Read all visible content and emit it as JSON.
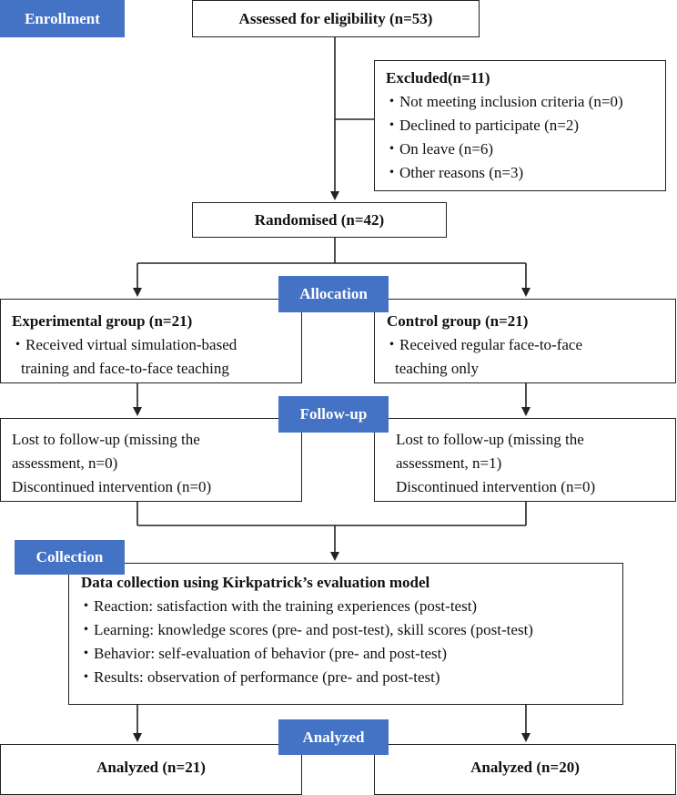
{
  "stage_labels": {
    "enrollment": "Enrollment",
    "allocation": "Allocation",
    "follow_up": "Follow-up",
    "collection": "Collection",
    "analyzed": "Analyzed"
  },
  "assessed": "Assessed for eligibility (n=53)",
  "excluded": {
    "title": "Excluded(n=11)",
    "items": [
      "・Not meeting inclusion criteria (n=0)",
      "・Declined to participate (n=2)",
      "・On leave (n=6)",
      "・Other reasons (n=3)"
    ]
  },
  "randomised": "Randomised (n=42)",
  "experimental": {
    "title": "Experimental group (n=21)",
    "lines": [
      "・Received virtual simulation-based",
      "training and face-to-face teaching"
    ]
  },
  "control": {
    "title": "Control group (n=21)",
    "lines": [
      "・Received regular face-to-face",
      "teaching only"
    ]
  },
  "followup_left": {
    "lines": [
      "Lost to follow-up (missing the",
      "assessment, n=0)",
      "Discontinued intervention (n=0)"
    ]
  },
  "followup_right": {
    "lines": [
      "Lost to follow-up (missing the",
      "assessment, n=1)",
      "Discontinued intervention (n=0)"
    ]
  },
  "collection": {
    "title": "Data collection using Kirkpatrick’s evaluation model",
    "items": [
      "・Reaction: satisfaction with the training experiences (post-test)",
      "・Learning: knowledge scores (pre- and post-test), skill scores (post-test)",
      "・Behavior: self-evaluation of behavior (pre- and post-test)",
      "・Results: observation of performance (pre- and post-test)"
    ]
  },
  "analyzed_left": "Analyzed (n=21)",
  "analyzed_right": "Analyzed (n=20)",
  "colors": {
    "accent": "#4472c4",
    "line": "#222222"
  }
}
